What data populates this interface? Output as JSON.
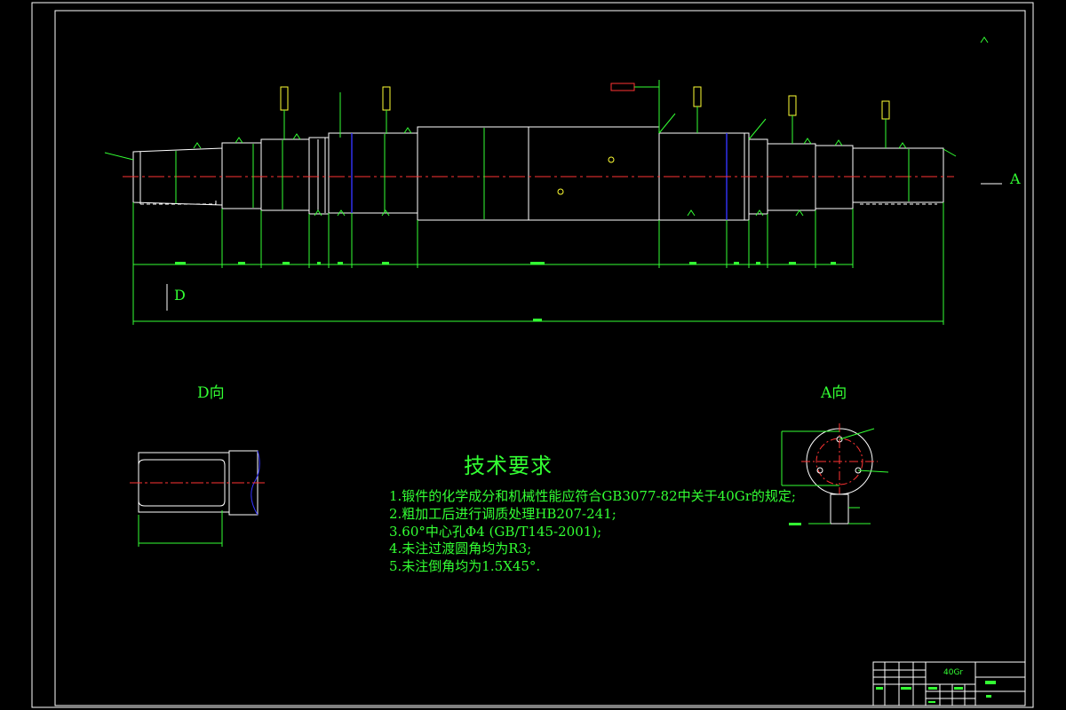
{
  "views": {
    "d_view_title": "D向",
    "a_view_title": "A向",
    "d_marker": "D",
    "a_marker": "A"
  },
  "technical_requirements": {
    "title": "技术要求",
    "items": [
      "1.锻件的化学成分和机械性能应符合GB3077-82中关于40Gr的规定;",
      "2.粗加工后进行调质处理HB207-241;",
      "3.60°中心孔Φ4 (GB/T145-2001);",
      "4.未注过渡圆角均为R3;",
      "5.未注倒角均为1.5X45°."
    ]
  },
  "title_block": {
    "material": "40Gr"
  },
  "colors": {
    "background": "#000000",
    "frame": "#ffffff",
    "dimension": "#33ff33",
    "centerline": "#ff3333",
    "hidden_edge": "#3333ff",
    "tag_red": "#ff3333",
    "tag_yellow": "#ffff33"
  }
}
